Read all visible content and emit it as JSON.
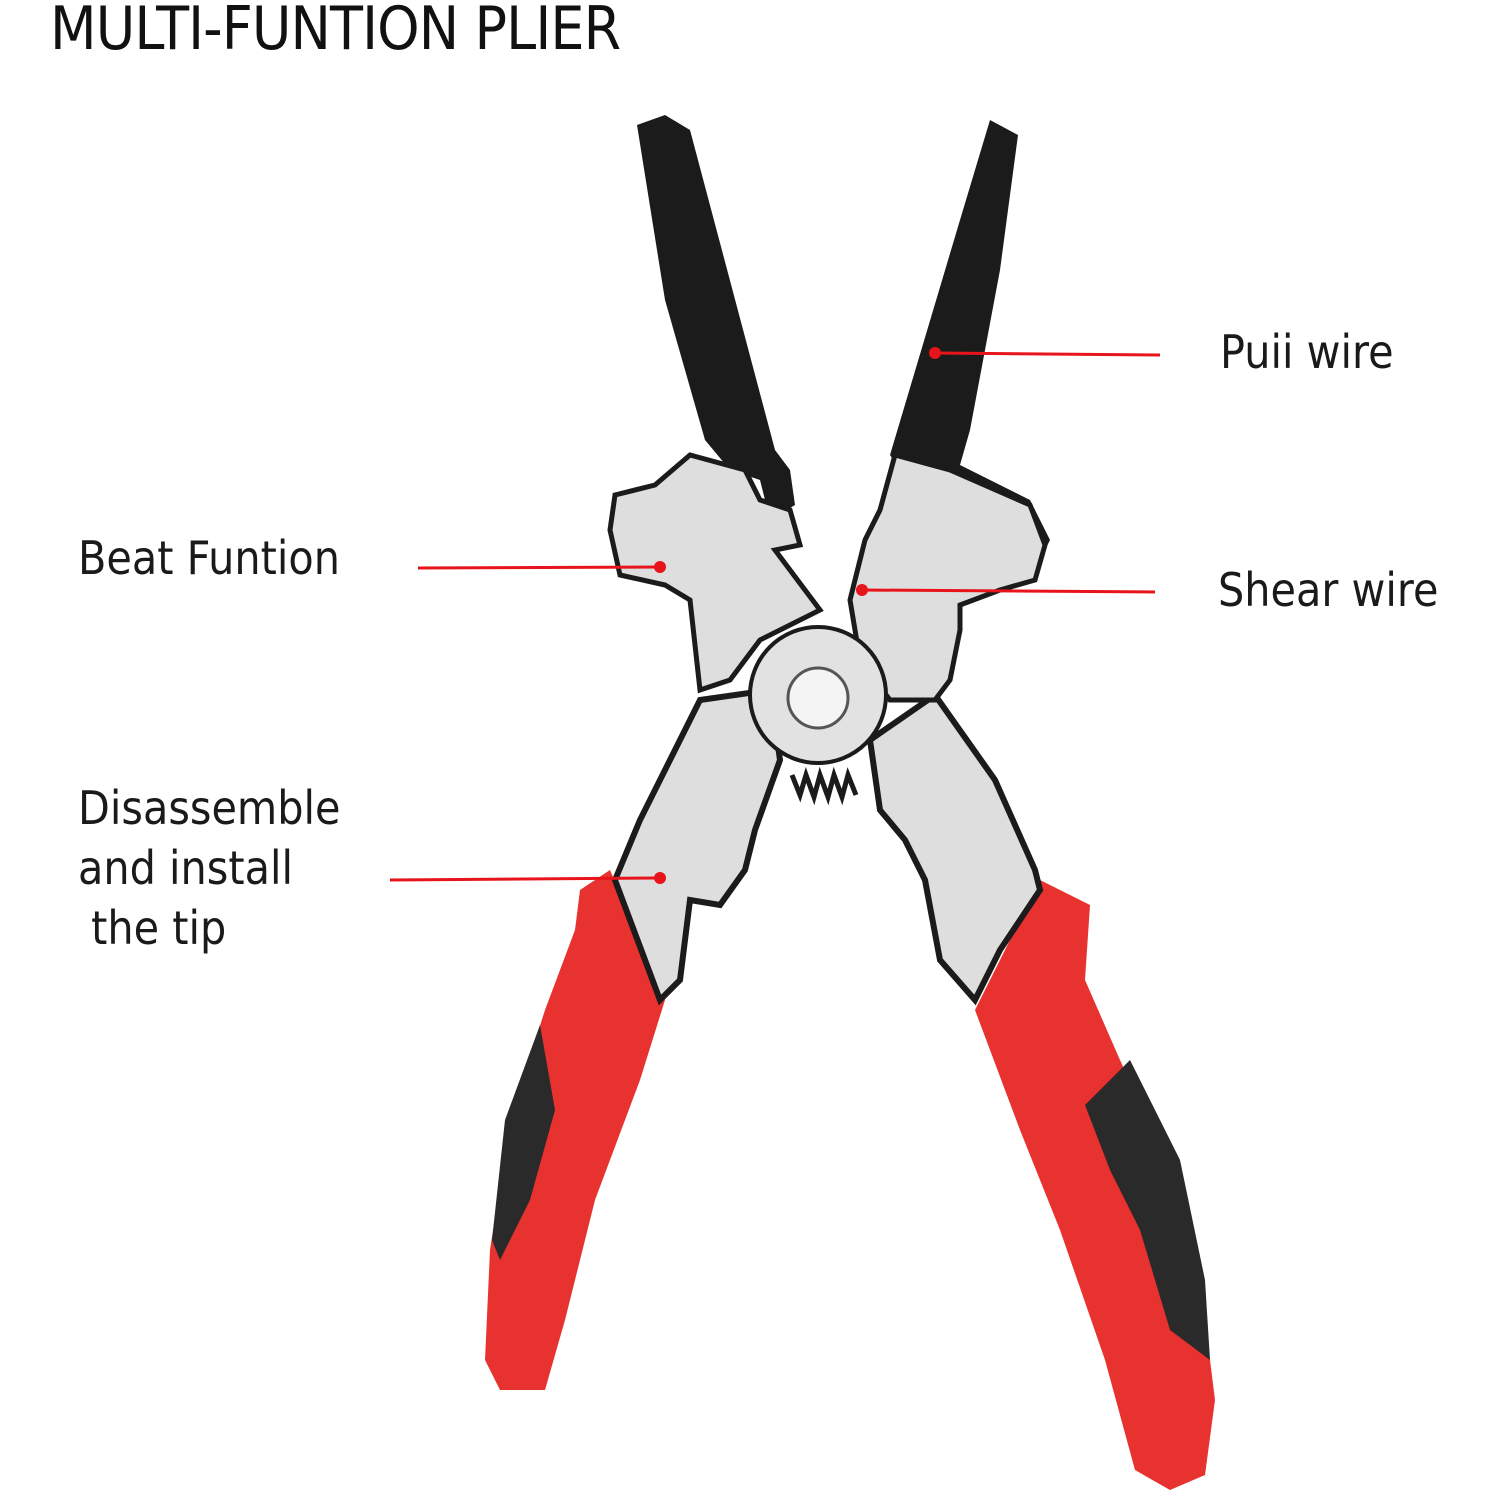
{
  "title": "MULTI-FUNTION PLIER",
  "callouts": {
    "pull": "Puii wire",
    "beat": "Beat Funtion",
    "shear": "Shear wire",
    "tip": {
      "line1": "Disassemble",
      "line2": "and install",
      "line3": " the tip"
    }
  },
  "colors": {
    "callout_line": "#e8141c",
    "handle_red": "#e8322f",
    "grip_black": "#2a2a2a",
    "jaw_black": "#1b1b1b",
    "steel": "#dedede"
  },
  "icons": {
    "tool": "pliers-illustration"
  }
}
